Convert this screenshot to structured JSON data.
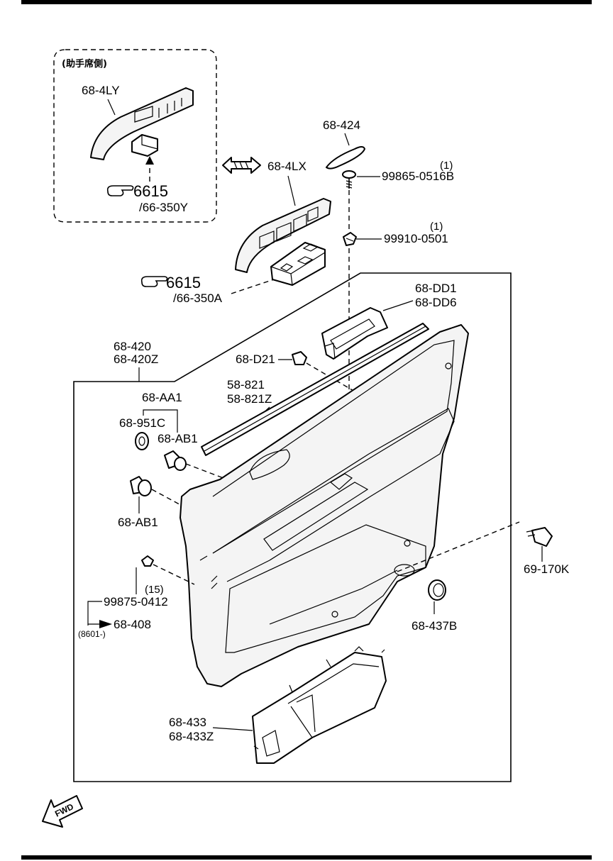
{
  "inset": {
    "caption": "(助手席側)",
    "part_label": "68-4LY",
    "ref_number": "6615",
    "ref_sub": "/66-350Y"
  },
  "parts": {
    "p68_424": "68-424",
    "p99865": "99865-0516B",
    "p99865_qty": "(1)",
    "p68_4LX": "68-4LX",
    "p99910": "99910-0501",
    "p99910_qty": "(1)",
    "ref_number": "6615",
    "ref_sub": "/66-350A",
    "p68_DD1": "68-DD1",
    "p68_DD6": "68-DD6",
    "p68_420": "68-420",
    "p68_420Z": "68-420Z",
    "p68_D21": "68-D21",
    "p58_821": "58-821",
    "p58_821Z": "58-821Z",
    "p68_AA1": "68-AA1",
    "p68_951C": "68-951C",
    "p68_AB1_a": "68-AB1",
    "p68_AB1_b": "68-AB1",
    "p69_170K": "69-170K",
    "p99875_qty": "(15)",
    "p99875": "99875-0412",
    "p68_408": "68-408",
    "p8601": "(8601-)",
    "p68_437B": "68-437B",
    "p68_433": "68-433",
    "p68_433Z": "68-433Z"
  },
  "fwd_label": "FWD"
}
